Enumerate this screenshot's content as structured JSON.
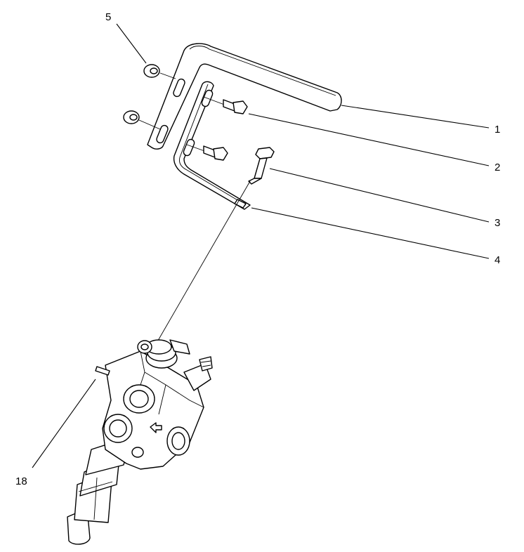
{
  "figure": {
    "callouts": [
      {
        "id": "1",
        "label": "1"
      },
      {
        "id": "2",
        "label": "2"
      },
      {
        "id": "3",
        "label": "3"
      },
      {
        "id": "4",
        "label": "4"
      },
      {
        "id": "5",
        "label": "5"
      },
      {
        "id": "18",
        "label": "18"
      }
    ]
  }
}
